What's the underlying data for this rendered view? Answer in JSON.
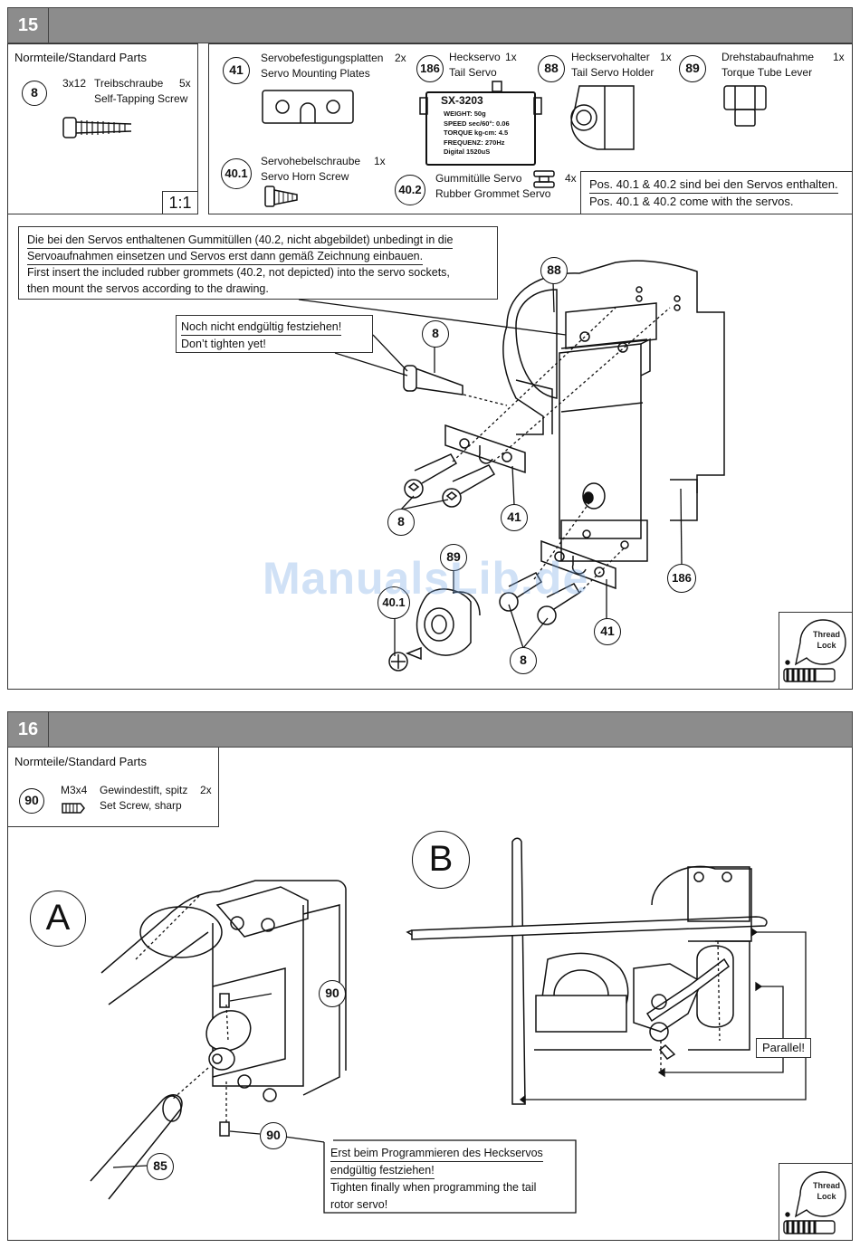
{
  "step15": {
    "number": "15",
    "std_parts": {
      "title": "Normteile/Standard Parts",
      "part": {
        "id": "8",
        "size": "3x12",
        "name_de": "Treibschraube",
        "qty": "5x",
        "name_en": "Self-Tapping Screw"
      },
      "scale": "1:1"
    },
    "parts": [
      {
        "id": "41",
        "name_de": "Servobefestigungsplatten",
        "qty": "2x",
        "name_en": "Servo Mounting Plates"
      },
      {
        "id": "186",
        "name_de": "Heckservo",
        "qty": "1x",
        "name_en": "Tail Servo"
      },
      {
        "id": "88",
        "name_de": "Heckservohalter",
        "qty": "1x",
        "name_en": "Tail Servo Holder"
      },
      {
        "id": "89",
        "name_de": "Drehstabaufnahme",
        "qty": "1x",
        "name_en": "Torque Tube Lever"
      },
      {
        "id": "40.1",
        "name_de": "Servohebelschraube",
        "qty": "1x",
        "name_en": "Servo Horn Screw"
      },
      {
        "id": "40.2",
        "name_de": "Gummitülle Servo",
        "qty": "4x",
        "name_en": "Rubber Grommet Servo"
      }
    ],
    "servo_label": {
      "model": "SX-3203",
      "lines": [
        "WEIGHT: 50g",
        "SPEED sec/60°: 0.06",
        "TORQUE kg-cm: 4.5",
        "FREQUENZ: 270Hz",
        "Digital 1520uS"
      ]
    },
    "pos_note": {
      "de": "Pos. 40.1 & 40.2 sind bei den Servos enthalten.",
      "en": "Pos. 40.1 & 40.2 come with the servos."
    },
    "grommet_note": {
      "de1": "Die bei den Servos enthaltenen Gummitüllen (40.2, nicht abgebildet) unbedingt in die",
      "de2": "Servoaufnahmen einsetzen und Servos erst dann gemäß Zeichnung einbauen.",
      "en1": "First insert the included rubber grommets (40.2, not depicted) into the servo sockets,",
      "en2": "then mount the servos according to the drawing."
    },
    "tighten_note": {
      "de": "Noch nicht endgültig festziehen!",
      "en": "Don’t tighten yet!"
    },
    "callouts": [
      "88",
      "8",
      "8",
      "41",
      "89",
      "40.1",
      "186",
      "41",
      "8"
    ],
    "threadlock": "Thread Lock"
  },
  "step16": {
    "number": "16",
    "std_parts": {
      "title": "Normteile/Standard Parts",
      "part": {
        "id": "90",
        "size": "M3x4",
        "name_de": "Gewindestift, spitz",
        "qty": "2x",
        "name_en": "Set Screw, sharp"
      }
    },
    "view_a": "A",
    "view_b": "B",
    "callouts": [
      "90",
      "90",
      "85"
    ],
    "parallel": "Parallel!",
    "program_note": {
      "de1": "Erst beim Programmieren des Heckservos",
      "de2": "endgültig festziehen!",
      "en1": "Tighten finally when programming the tail",
      "en2": "rotor servo!"
    },
    "threadlock": "Thread Lock"
  },
  "watermark": "ManualsLib.de"
}
